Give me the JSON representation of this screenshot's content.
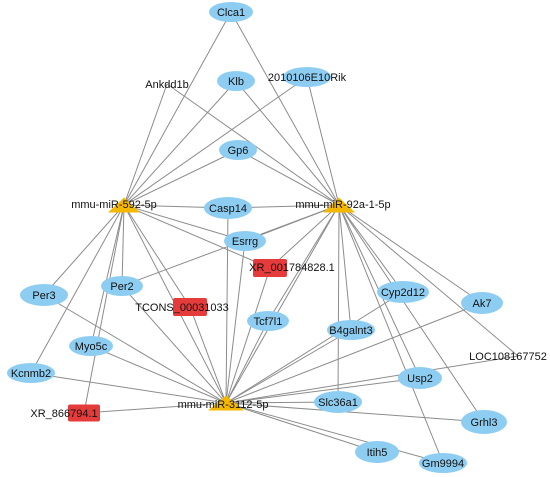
{
  "colors": {
    "gene": "#8ecdf2",
    "lncrna": "#e53b3b",
    "mirna": "#f5b800",
    "edge": "#8c8c8c"
  },
  "nodes": [
    {
      "id": "clca1",
      "label": "Clca1",
      "type": "gene"
    },
    {
      "id": "ankdd1b",
      "label": "Ankdd1b",
      "type": "gene"
    },
    {
      "id": "klb",
      "label": "Klb",
      "type": "gene"
    },
    {
      "id": "rik",
      "label": "2010106E10Rik",
      "type": "gene"
    },
    {
      "id": "gp6",
      "label": "Gp6",
      "type": "gene"
    },
    {
      "id": "mir592",
      "label": "mmu-miR-592-5p",
      "type": "mirna"
    },
    {
      "id": "mir92",
      "label": "mmu-miR-92a-1-5p",
      "type": "mirna"
    },
    {
      "id": "mir3112",
      "label": "mmu-miR-3112-5p",
      "type": "mirna"
    },
    {
      "id": "casp14",
      "label": "Casp14",
      "type": "gene"
    },
    {
      "id": "esrrg",
      "label": "Esrrg",
      "type": "gene"
    },
    {
      "id": "xr001",
      "label": "XR_001784828.1",
      "type": "lncrna"
    },
    {
      "id": "per3",
      "label": "Per3",
      "type": "gene"
    },
    {
      "id": "per2",
      "label": "Per2",
      "type": "gene"
    },
    {
      "id": "tcons",
      "label": "TCONS_00031033",
      "type": "lncrna"
    },
    {
      "id": "cyp",
      "label": "Cyp2d12",
      "type": "gene"
    },
    {
      "id": "ak7",
      "label": "Ak7",
      "type": "gene"
    },
    {
      "id": "tcf7l1",
      "label": "Tcf7l1",
      "type": "gene"
    },
    {
      "id": "b4galnt3",
      "label": "B4galnt3",
      "type": "gene"
    },
    {
      "id": "loc",
      "label": "LOC108167752",
      "type": "gene"
    },
    {
      "id": "myo5c",
      "label": "Myo5c",
      "type": "gene"
    },
    {
      "id": "kcnmb2",
      "label": "Kcnmb2",
      "type": "gene"
    },
    {
      "id": "usp2",
      "label": "Usp2",
      "type": "gene"
    },
    {
      "id": "xr866",
      "label": "XR_866794.1",
      "type": "lncrna"
    },
    {
      "id": "slc36a1",
      "label": "Slc36a1",
      "type": "gene"
    },
    {
      "id": "grhl3",
      "label": "Grhl3",
      "type": "gene"
    },
    {
      "id": "itih5",
      "label": "Itih5",
      "type": "gene"
    },
    {
      "id": "gm9994",
      "label": "Gm9994",
      "type": "gene"
    }
  ],
  "edges": [
    [
      "mir592",
      "clca1"
    ],
    [
      "mir592",
      "ankdd1b"
    ],
    [
      "mir592",
      "klb"
    ],
    [
      "mir592",
      "rik"
    ],
    [
      "mir592",
      "gp6"
    ],
    [
      "mir592",
      "casp14"
    ],
    [
      "mir592",
      "esrrg"
    ],
    [
      "mir592",
      "xr001"
    ],
    [
      "mir592",
      "per3"
    ],
    [
      "mir592",
      "per2"
    ],
    [
      "mir592",
      "tcons"
    ],
    [
      "mir592",
      "myo5c"
    ],
    [
      "mir592",
      "kcnmb2"
    ],
    [
      "mir592",
      "xr866"
    ],
    [
      "mir592",
      "mir3112"
    ],
    [
      "mir92",
      "clca1"
    ],
    [
      "mir92",
      "ankdd1b"
    ],
    [
      "mir92",
      "klb"
    ],
    [
      "mir92",
      "rik"
    ],
    [
      "mir92",
      "gp6"
    ],
    [
      "mir92",
      "casp14"
    ],
    [
      "mir92",
      "esrrg"
    ],
    [
      "mir92",
      "xr001"
    ],
    [
      "mir92",
      "per2"
    ],
    [
      "mir92",
      "cyp"
    ],
    [
      "mir92",
      "ak7"
    ],
    [
      "mir92",
      "tcf7l1"
    ],
    [
      "mir92",
      "b4galnt3"
    ],
    [
      "mir92",
      "loc"
    ],
    [
      "mir92",
      "usp2"
    ],
    [
      "mir92",
      "slc36a1"
    ],
    [
      "mir92",
      "grhl3"
    ],
    [
      "mir92",
      "gm9994"
    ],
    [
      "mir92",
      "mir3112"
    ],
    [
      "mir3112",
      "per2"
    ],
    [
      "mir3112",
      "esrrg"
    ],
    [
      "mir3112",
      "xr001"
    ],
    [
      "mir3112",
      "tcons"
    ],
    [
      "mir3112",
      "tcf7l1"
    ],
    [
      "mir3112",
      "cyp"
    ],
    [
      "mir3112",
      "ak7"
    ],
    [
      "mir3112",
      "b4galnt3"
    ],
    [
      "mir3112",
      "loc"
    ],
    [
      "mir3112",
      "myo5c"
    ],
    [
      "mir3112",
      "kcnmb2"
    ],
    [
      "mir3112",
      "usp2"
    ],
    [
      "mir3112",
      "xr866"
    ],
    [
      "mir3112",
      "slc36a1"
    ],
    [
      "mir3112",
      "grhl3"
    ],
    [
      "mir3112",
      "itih5"
    ],
    [
      "mir3112",
      "gm9994"
    ],
    [
      "mir3112",
      "per3"
    ],
    [
      "mir3112",
      "casp14"
    ]
  ]
}
